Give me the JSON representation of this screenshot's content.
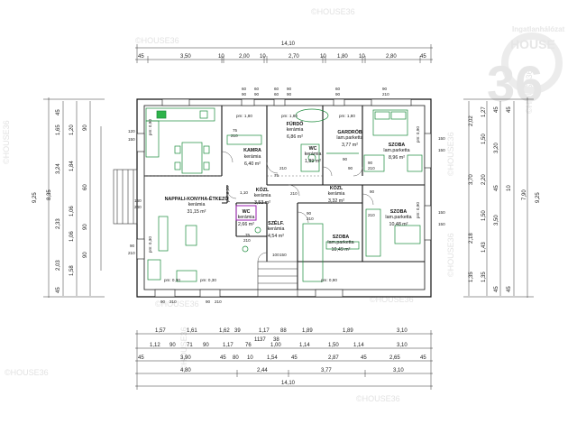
{
  "watermark": {
    "text": "©HOUSE36",
    "logo_top": "Ingatlanhálózat",
    "logo_house": "HOUSE",
    "logo_number": "36"
  },
  "total_width": "14,10",
  "total_width_bottom": "14,10",
  "total_height_left": "9,25",
  "total_height_right": "9,25",
  "top_chain": [
    "45",
    "3,50",
    "10",
    "2,00",
    "10",
    "2,70",
    "10",
    "1,80",
    "10",
    "2,80",
    "45"
  ],
  "bottom_chains": [
    [
      "1,57",
      "1,61",
      "1,62",
      "39",
      "1,17",
      "88",
      "1,89",
      "1,89",
      "3,10"
    ],
    [
      "1,12",
      "90",
      "71",
      "90",
      "1,17",
      "76",
      "1,00",
      "1,14",
      "1,50",
      "1,14",
      "3,10"
    ],
    [
      "11",
      "37",
      "38"
    ],
    [
      "45",
      "3,90",
      "45",
      "80",
      "10",
      "1,54",
      "45",
      "2,87",
      "45",
      "2,65",
      "45"
    ],
    [
      "4,80",
      "2,44",
      "3,77",
      "3,10"
    ]
  ],
  "left_chains": {
    "outer": [
      "8,35"
    ],
    "inner_a": [
      "45",
      "1,65",
      "3,24",
      "2,33",
      "2,03",
      "45"
    ],
    "inner_b": [
      "1,20",
      "1,84",
      "1,06",
      "1,06",
      "1,58"
    ],
    "inner_c": [
      "90",
      "60",
      "90",
      "90"
    ]
  },
  "right_chains": {
    "outer": [
      "7,90"
    ],
    "inner_a": [
      "2,02",
      "3,70",
      "2,18",
      "1,35"
    ],
    "inner_b": [
      "1,27",
      "1,50",
      "2,20",
      "1,50",
      "1,43",
      "1,35"
    ],
    "inner_c": [
      "45",
      "3,20",
      "45",
      "3,50",
      "45"
    ],
    "inner_d": [
      "45",
      "10",
      "45"
    ]
  },
  "rooms": [
    {
      "name": "KAMRA",
      "sub": "kerámia",
      "area": "6,40 m²"
    },
    {
      "name": "FÜRDŐ",
      "sub": "kerámia",
      "area": "6,86 m²"
    },
    {
      "name": "GARDRÓB",
      "sub": "lam.parketta",
      "area": "3,77 m²"
    },
    {
      "name": "SZOBA",
      "sub": "lam.parketta",
      "area": "8,96 m²"
    },
    {
      "name": "WC",
      "sub": "kerámia",
      "area": "1,89 m²"
    },
    {
      "name": "KÖZL",
      "sub": "kerámia",
      "area": "3,53 m²"
    },
    {
      "name": "KÖZL",
      "sub": "kerámia",
      "area": "3,32 m²"
    },
    {
      "name": "SZOBA",
      "sub": "lam.parketta",
      "area": "10,48 m²"
    },
    {
      "name": "NAPPALI-KONYHA-ÉTKEZŐ",
      "sub": "kerámia",
      "area": "31,15 m²"
    },
    {
      "name": "WC",
      "sub": "kerámia",
      "area": "2,66 m²"
    },
    {
      "name": "SZÉLF.",
      "sub": "kerámia",
      "area": "4,54 m²"
    },
    {
      "name": "SZOBA",
      "sub": "lam.parketta",
      "area": "10,49 m²"
    }
  ],
  "annotations": {
    "pm_180_a": "pm: 1,80",
    "pm_180_b": "pm: 1,80",
    "pm_180_c": "pm: 1,80",
    "pm_090_a": "pm: 0,90",
    "pm_030_a": "pm: 0,30",
    "pm_030_b": "pm: 0,30",
    "pm_030_c": "pm: 0,30",
    "pm_090_b": "pm: 0,90",
    "pm_090_c": "pm: 0,90",
    "pm_090_d": "pm: 0,90",
    "pm_030_d": "pm: 0,30",
    "op_75_210": "75",
    "op_210_a": "210",
    "op_120": "120",
    "op_150": "150",
    "op_160": "160",
    "op_240": "240",
    "op_90_a": "90",
    "op_210_b": "210",
    "op_60_a": "60",
    "op_90_b": "90",
    "op_60_b": "60",
    "op_90_c": "90",
    "op_60_c": "60",
    "op_90_d": "60",
    "op_60_d": "90",
    "op_90_e": "90",
    "op_210_c": "210",
    "op_150_r1": "150",
    "op_150_r2": "150",
    "op_150_r3": "150",
    "op_150_r4": "150",
    "op_90_r1": "90",
    "op_90_r2": "90",
    "op_90_r3": "90",
    "op_90_r4": "90",
    "op_210_r": "210",
    "op_110": "1,10",
    "op_75": "75",
    "op_210_w": "210",
    "op_90_b1": "90",
    "op_210_b1": "210",
    "op_90_b2": "90",
    "op_210_b2": "210",
    "op_100": "100",
    "op_150_b": "150",
    "op_210_k": "210",
    "op_75_k": "75",
    "op_210_k2": "210",
    "op_90_k": "90",
    "op_210_k3": "210",
    "op_60_g": "60",
    "op_90_g": "90",
    "op_90_s": "90",
    "op_210_s": "210"
  }
}
